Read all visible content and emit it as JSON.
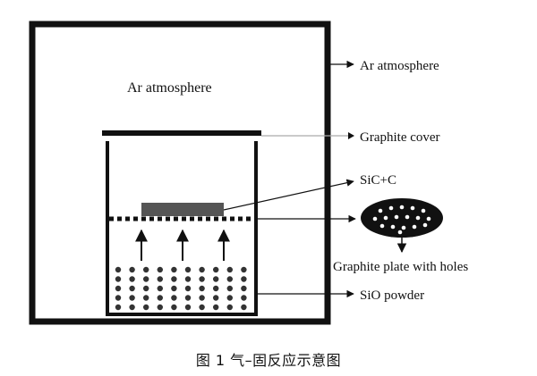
{
  "diagram": {
    "inner_label": "Ar atmosphere",
    "callouts": {
      "ar_atmosphere": "Ar atmosphere",
      "graphite_cover": "Graphite cover",
      "sic_c": "SiC+C",
      "graphite_plate": "Graphite plate with holes",
      "sio_powder": "SiO powder"
    },
    "caption": "图 1    气–固反应示意图"
  },
  "colors": {
    "stroke": "#111111",
    "background": "#ffffff",
    "sample": "#555555",
    "dot": "#333333"
  }
}
